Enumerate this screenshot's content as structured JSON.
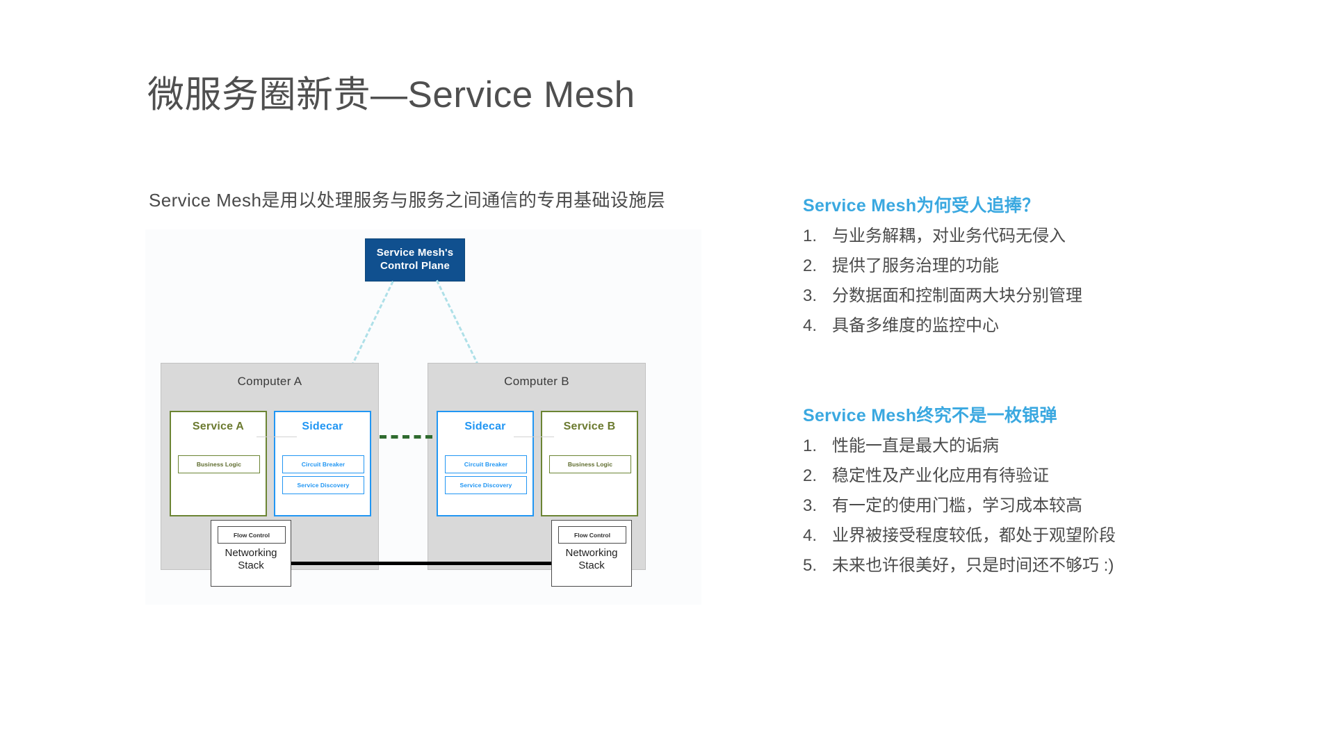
{
  "slide": {
    "title": "微服务圈新贵—Service Mesh",
    "subtitle": "Service Mesh是用以处理服务与服务之间通信的专用基础设施层"
  },
  "colors": {
    "heading_blue": "#3aa8e0",
    "control_plane_bg": "#10508f",
    "service_border_green": "#6b8433",
    "sidecar_border_blue": "#2196f3",
    "computer_bg": "#d9d9d9",
    "body_text": "#4b4b4b",
    "title_text": "#4f4f4f"
  },
  "diagram": {
    "control_plane": {
      "line1": "Service Mesh's",
      "line2": "Control Plane"
    },
    "computer_a": {
      "label": "Computer A",
      "service": {
        "title": "Service A",
        "inner": "Business Logic"
      },
      "sidecar": {
        "title": "Sidecar",
        "inner1": "Circuit Breaker",
        "inner2": "Service Discovery"
      },
      "networking": {
        "flow_control": "Flow Control",
        "label_line1": "Networking",
        "label_line2": "Stack"
      }
    },
    "computer_b": {
      "label": "Computer B",
      "service": {
        "title": "Service B",
        "inner": "Business Logic"
      },
      "sidecar": {
        "title": "Sidecar",
        "inner1": "Circuit Breaker",
        "inner2": "Service Discovery"
      },
      "networking": {
        "flow_control": "Flow Control",
        "label_line1": "Networking",
        "label_line2": "Stack"
      }
    }
  },
  "sections": [
    {
      "heading": "Service Mesh为何受人追捧？",
      "items": [
        {
          "num": "1.",
          "text": "与业务解耦，对业务代码无侵入"
        },
        {
          "num": "2.",
          "text": "提供了服务治理的功能"
        },
        {
          "num": "3.",
          "text": "分数据面和控制面两大块分别管理"
        },
        {
          "num": "4.",
          "text": "具备多维度的监控中心"
        }
      ]
    },
    {
      "heading": "Service Mesh终究不是一枚银弹",
      "items": [
        {
          "num": "1.",
          "text": "性能一直是最大的诟病"
        },
        {
          "num": "2.",
          "text": "稳定性及产业化应用有待验证"
        },
        {
          "num": "3.",
          "text": "有一定的使用门槛，学习成本较高"
        },
        {
          "num": "4.",
          "text": "业界被接受程度较低，都处于观望阶段"
        },
        {
          "num": "5.",
          "text": "未来也许很美好，只是时间还不够巧 :)"
        }
      ]
    }
  ]
}
